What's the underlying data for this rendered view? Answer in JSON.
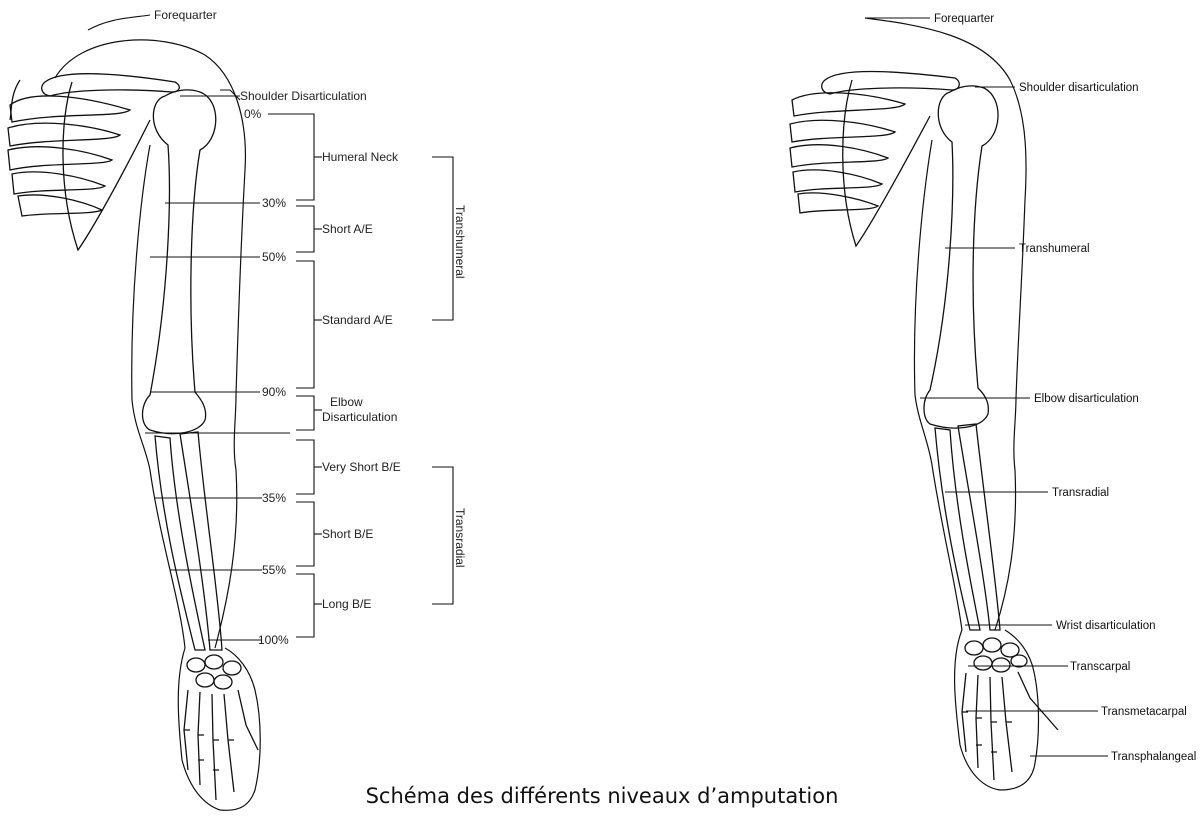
{
  "caption": "Schéma des différents niveaux d’amputation",
  "left_figure": {
    "labels": {
      "forequarter": "Forequarter",
      "shoulder": "Shoulder Disarticulation",
      "humeral_neck": "Humeral Neck",
      "short_ae": "Short A/E",
      "standard_ae": "Standard A/E",
      "elbow_1": "Elbow",
      "elbow_2": "Disarticulation",
      "very_short_be": "Very Short B/E",
      "short_be": "Short B/E",
      "long_be": "Long B/E",
      "transhumeral": "Transhumeral",
      "transradial": "Transradial"
    },
    "percents": {
      "p0": "0%",
      "p30": "30%",
      "p50": "50%",
      "p90": "90%",
      "p35": "35%",
      "p55": "55%",
      "p100": "100%"
    }
  },
  "right_figure": {
    "labels": {
      "forequarter": "Forequarter",
      "shoulder": "Shoulder disarticulation",
      "transhumeral": "Transhumeral",
      "elbow": "Elbow disarticulation",
      "transradial": "Transradial",
      "wrist": "Wrist disarticulation",
      "transcarpal": "Transcarpal",
      "transmetacarpal": "Transmetacarpal",
      "transphalangeal": "Transphalangeal"
    }
  }
}
